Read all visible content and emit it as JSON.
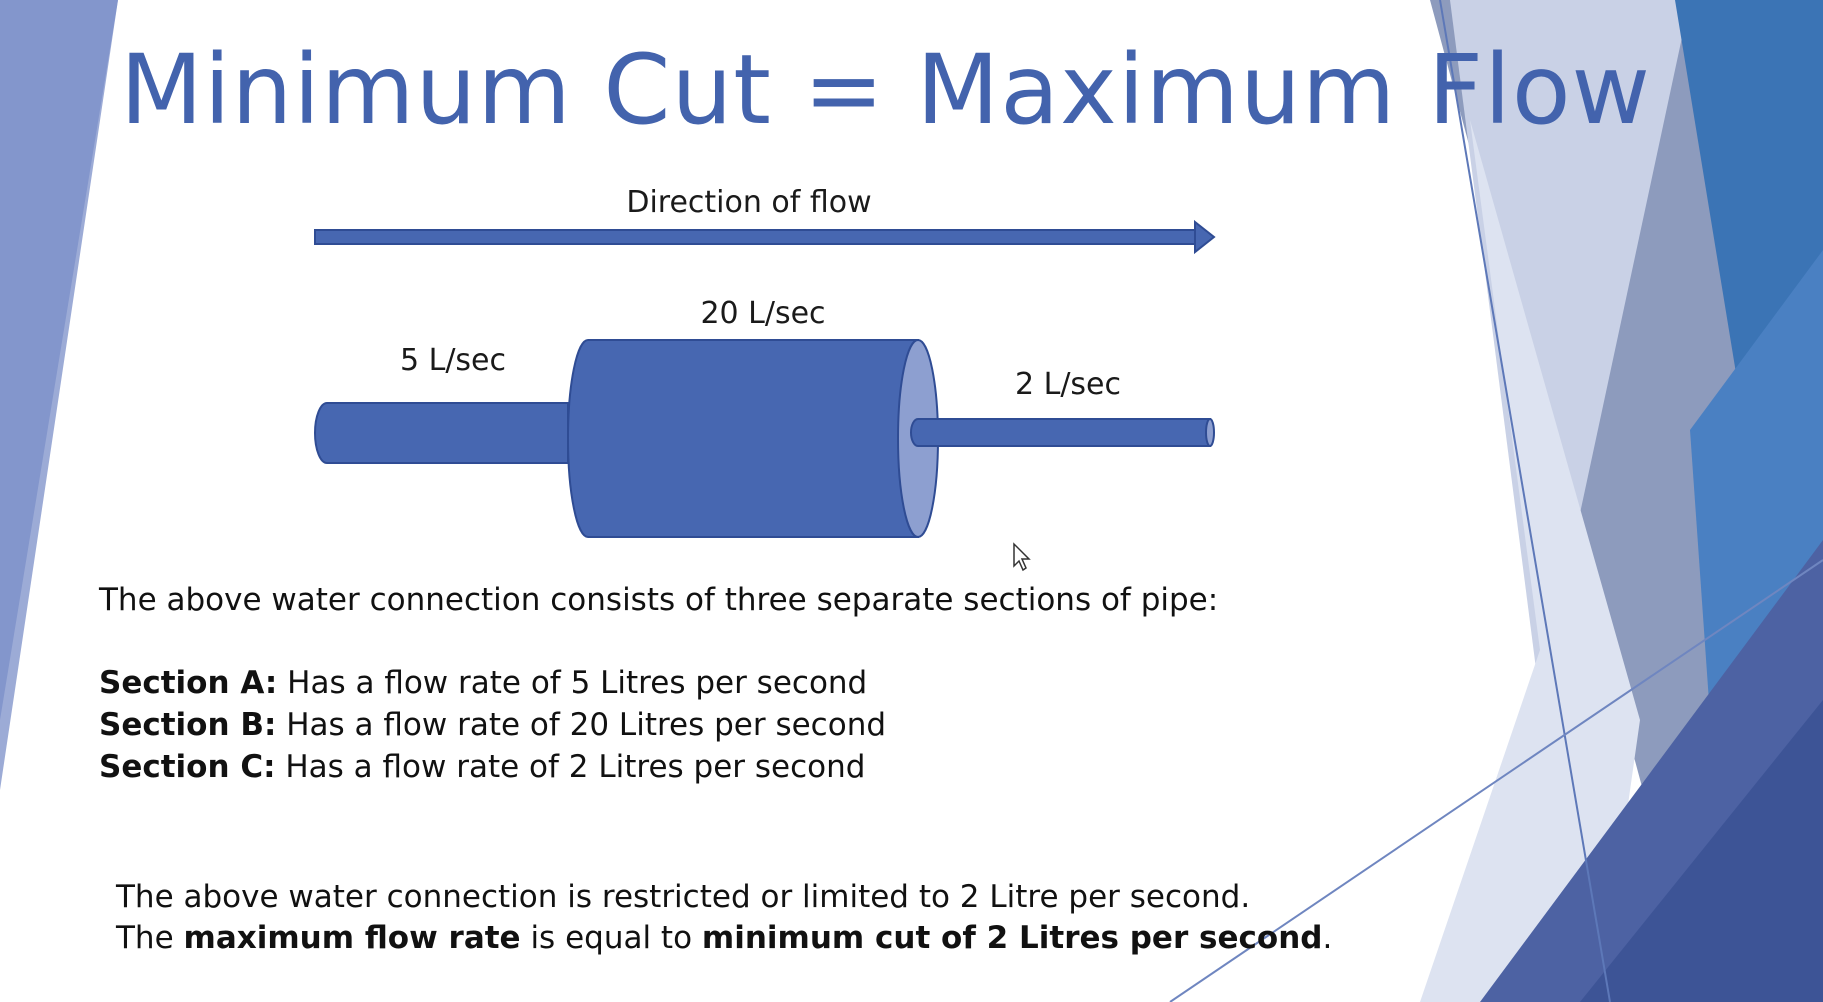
{
  "slide": {
    "title": "Minimum Cut = Maximum Flow",
    "diagram": {
      "direction_label": "Direction of flow",
      "pipes": [
        {
          "id": "A",
          "label": "5 L/sec"
        },
        {
          "id": "B",
          "label": "20 L/sec"
        },
        {
          "id": "C",
          "label": "2 L/sec"
        }
      ]
    },
    "intro": "The above water connection consists of three separate sections of pipe:",
    "sections": [
      {
        "label": "Section A:",
        "text": " Has a flow rate of 5 Litres per second"
      },
      {
        "label": "Section B:",
        "text": " Has a flow rate of 20 Litres per second"
      },
      {
        "label": "Section C:",
        "text": " Has a flow rate of 2 Litres per second"
      }
    ],
    "conclusion_line1": "The above water connection is restricted or limited to 2 Litre per second.",
    "conclusion_line2": {
      "p1": "The ",
      "b1": "maximum flow rate",
      "p2": " is equal to ",
      "b2": "minimum cut of 2 Litres per second",
      "p3": "."
    }
  },
  "colors": {
    "title": "#4363ad",
    "pipe_fill": "#4767b1",
    "pipe_end": "#8d9fd0",
    "accent_blue": "#2f75b8"
  }
}
